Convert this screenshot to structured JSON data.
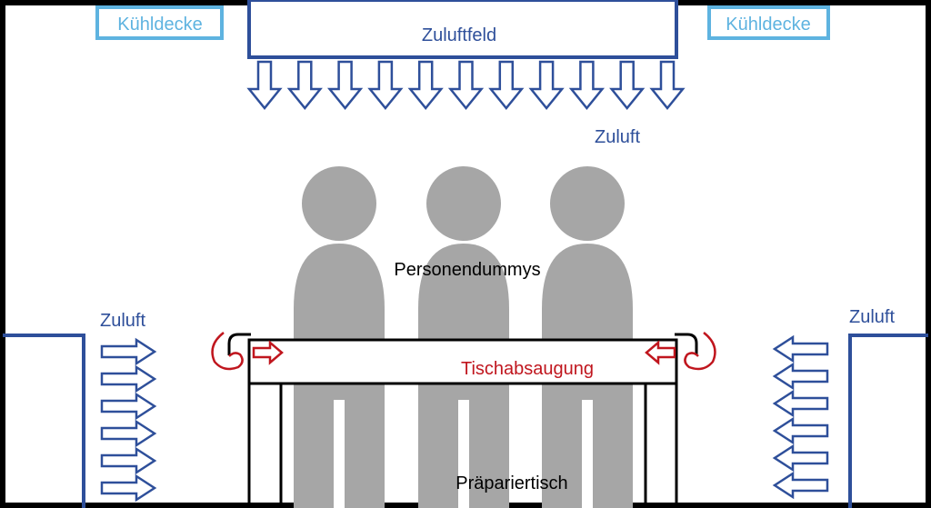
{
  "labels": {
    "cooling_ceiling_left": "Kühldecke",
    "cooling_ceiling_right": "Kühldecke",
    "supply_field": "Zuluftfeld",
    "supply_air_top": "Zuluft",
    "supply_air_left": "Zuluft",
    "supply_air_right": "Zuluft",
    "person_dummies": "Personendummys",
    "table_extraction": "Tischabsaugung",
    "dissection_table": "Präpariertisch"
  },
  "colors": {
    "supply_blue": "#2e4f9a",
    "cooling_blue": "#5eb3e0",
    "extraction_red": "#c0161e",
    "dummy_gray": "#a6a6a6",
    "frame_black": "#000000"
  }
}
